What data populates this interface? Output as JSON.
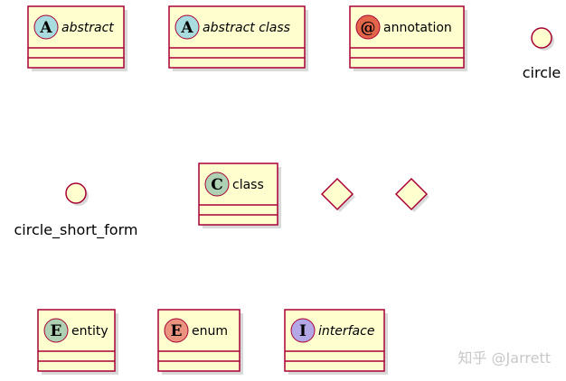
{
  "diagram": {
    "colors": {
      "box_fill": "#FEFECE",
      "box_stroke": "#A80036",
      "shadow": "#d9d9d9",
      "abstract_badge": "#A9DCDF",
      "annotation_badge": "#E3664A",
      "class_badge": "#ADD1B2",
      "entity_badge": "#ADD1B2",
      "enum_badge": "#EB937F",
      "interface_badge": "#B4A7E5"
    },
    "classifiers": [
      {
        "id": "abstract",
        "letter": "A",
        "label": "abstract",
        "italic": true,
        "badge": "abstract_badge",
        "icon": "abstract-badge-icon"
      },
      {
        "id": "abstract-class",
        "letter": "A",
        "label": "abstract class",
        "italic": true,
        "badge": "abstract_badge",
        "icon": "abstract-badge-icon"
      },
      {
        "id": "annotation",
        "letter": "@",
        "label": "annotation",
        "italic": false,
        "badge": "annotation_badge",
        "icon": "annotation-badge-icon"
      },
      {
        "id": "class",
        "letter": "C",
        "label": "class",
        "italic": false,
        "badge": "class_badge",
        "icon": "class-badge-icon"
      },
      {
        "id": "entity",
        "letter": "E",
        "label": "entity",
        "italic": false,
        "badge": "entity_badge",
        "icon": "entity-badge-icon"
      },
      {
        "id": "enum",
        "letter": "E",
        "label": "enum",
        "italic": false,
        "badge": "enum_badge",
        "icon": "enum-badge-icon"
      },
      {
        "id": "interface",
        "letter": "I",
        "label": "interface",
        "italic": true,
        "badge": "interface_badge",
        "icon": "interface-badge-icon"
      }
    ],
    "circles": [
      {
        "id": "circle",
        "label": "circle"
      },
      {
        "id": "circle-short-form",
        "label": "circle_short_form"
      }
    ],
    "diamonds": [
      {
        "id": "diamond-1"
      },
      {
        "id": "diamond-2"
      }
    ],
    "watermark": "知乎 @Jarrett"
  }
}
